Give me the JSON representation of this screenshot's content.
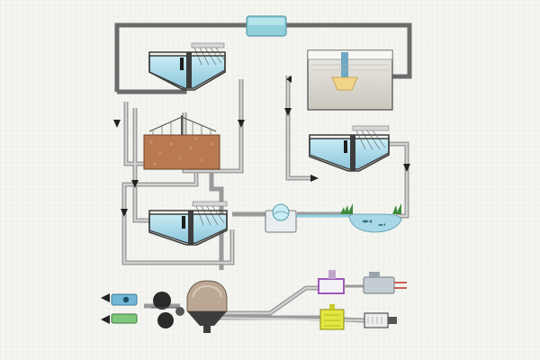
{
  "diagram": {
    "components": [
      {
        "id": "primary-clarifier",
        "kind": "clarifier-tank"
      },
      {
        "id": "trickling-filter",
        "kind": "filter-bed"
      },
      {
        "id": "secondary-clarifier",
        "kind": "clarifier-tank"
      },
      {
        "id": "aeration-basin",
        "kind": "aeration-tank"
      },
      {
        "id": "final-clarifier",
        "kind": "clarifier-tank"
      },
      {
        "id": "disinfection-chamber",
        "kind": "contact-tank"
      },
      {
        "id": "receiving-pond",
        "kind": "pond"
      },
      {
        "id": "sludge-digester",
        "kind": "digester"
      },
      {
        "id": "return-pump",
        "kind": "pump"
      },
      {
        "id": "belt-filter-press",
        "kind": "press-rollers"
      },
      {
        "id": "gas-compressor",
        "kind": "compressor"
      },
      {
        "id": "boiler",
        "kind": "heater"
      },
      {
        "id": "gas-storage",
        "kind": "tank"
      },
      {
        "id": "generator",
        "kind": "engine"
      }
    ],
    "colors": {
      "pipe_dark": "#6b6b6b",
      "pipe_light": "#c8c8c8",
      "water": "#a9d8e6",
      "sludge": "#b97a52",
      "return_tank": "#8fd0db",
      "gas_box": "#9b59b6",
      "heater": "#e3e640",
      "pump": "#72b7d6",
      "background": "#f4f5f0"
    },
    "icons": [
      "flow-arrow",
      "plant-icon",
      "fish-icon"
    ]
  }
}
